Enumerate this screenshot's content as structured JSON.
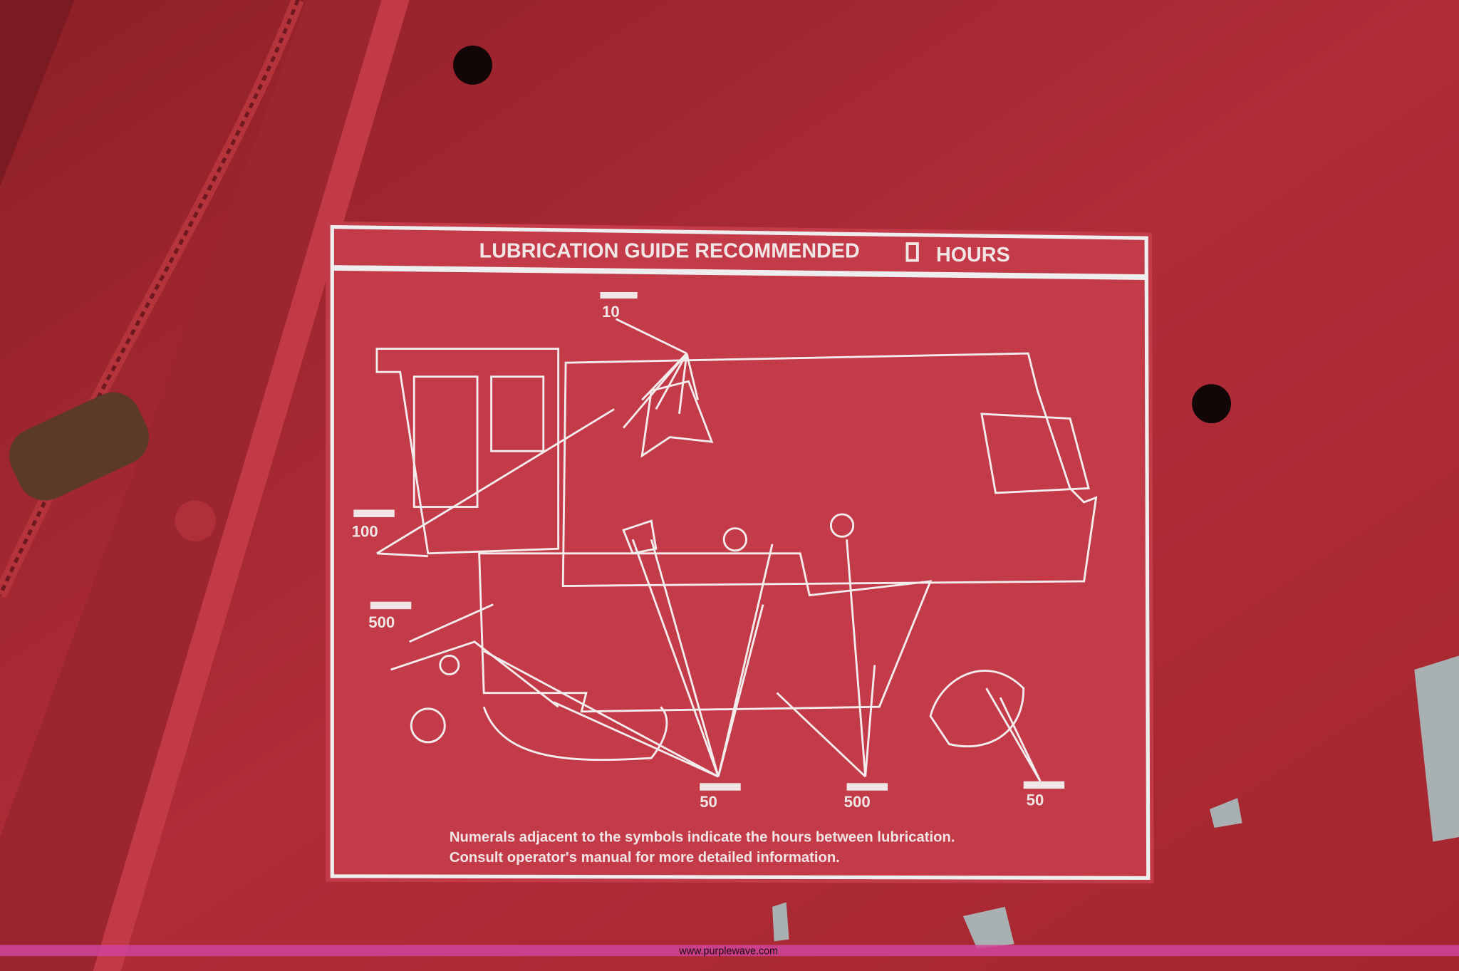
{
  "decal": {
    "title": "LUBRICATION  GUIDE  RECOMMENDED",
    "title_hours": "HOURS",
    "note_line1": "Numerals adjacent to the symbols indicate the hours between lubrication.",
    "note_line2": "Consult operator's manual for more detailed information.",
    "intervals": [
      {
        "hours": "10"
      },
      {
        "hours": "100"
      },
      {
        "hours": "500"
      },
      {
        "hours": "50"
      },
      {
        "hours": "500"
      },
      {
        "hours": "50"
      }
    ]
  },
  "watermark": "www.purplewave.com",
  "colors": {
    "panel": "#b3303a",
    "decal": "#c43a4a",
    "ink": "#f1e6e6",
    "watermark_band": "#d0449a"
  }
}
